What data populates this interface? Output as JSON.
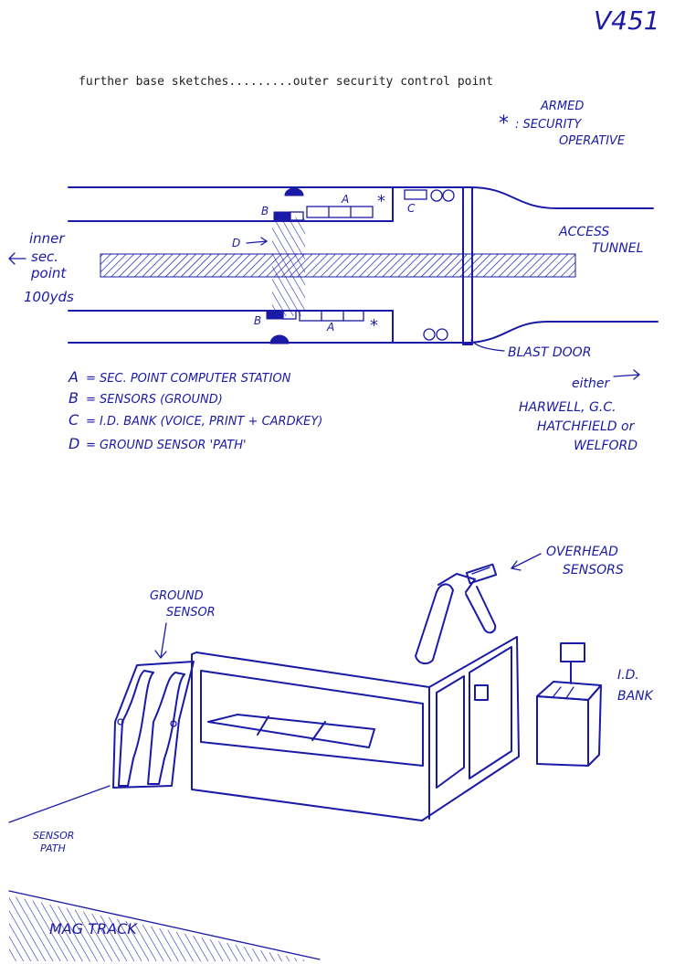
{
  "page": {
    "ref": "V451",
    "subtitle": "further base sketches.........outer security control point"
  },
  "key": {
    "symbol": "*",
    "armed_line1": "ARMED",
    "armed_line2": ": SECURITY",
    "armed_line3": "OPERATIVE"
  },
  "plan": {
    "label_a_top": "A",
    "label_a_bottom": "A",
    "label_b_top": "B",
    "label_b_bottom": "B",
    "label_c": "C",
    "label_d": "D",
    "inner_line1": "inner",
    "inner_line2": "sec.",
    "inner_line3": "point",
    "inner_line4": "100yds",
    "access_line1": "ACCESS",
    "access_line2": "TUNNEL",
    "blast_door": "BLAST DOOR"
  },
  "legend": [
    {
      "key": "A",
      "text": "= SEC. POINT COMPUTER STATION"
    },
    {
      "key": "B",
      "text": "= SENSORS (GROUND)"
    },
    {
      "key": "C",
      "text": "= I.D. BANK (VOICE, PRINT + CARDKEY)"
    },
    {
      "key": "D",
      "text": "= GROUND SENSOR 'PATH'"
    }
  ],
  "destination": {
    "line1": "either",
    "line2": "HARWELL, G.C.",
    "line3": "HATCHFIELD or",
    "line4": "WELFORD"
  },
  "sketch": {
    "overhead_line1": "OVERHEAD",
    "overhead_line2": "SENSORS",
    "ground_line1": "GROUND",
    "ground_line2": "SENSOR",
    "idbank_line1": "I.D.",
    "idbank_line2": "BANK",
    "sensor_path_line1": "SENSOR",
    "sensor_path_line2": "PATH",
    "mag_track": "MAG TRACK"
  }
}
